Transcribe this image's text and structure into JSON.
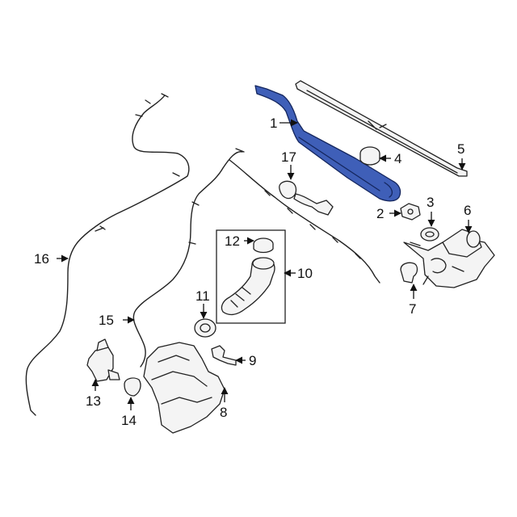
{
  "colors": {
    "highlight": "#3f5fb8",
    "highlight_dark": "#14265e",
    "line": "#222222"
  },
  "callouts": [
    {
      "id": "1",
      "label": "1"
    },
    {
      "id": "2",
      "label": "2"
    },
    {
      "id": "3",
      "label": "3"
    },
    {
      "id": "4",
      "label": "4"
    },
    {
      "id": "5",
      "label": "5"
    },
    {
      "id": "6",
      "label": "6"
    },
    {
      "id": "7",
      "label": "7"
    },
    {
      "id": "8",
      "label": "8"
    },
    {
      "id": "9",
      "label": "9"
    },
    {
      "id": "10",
      "label": "10"
    },
    {
      "id": "11",
      "label": "11"
    },
    {
      "id": "12",
      "label": "12"
    },
    {
      "id": "13",
      "label": "13"
    },
    {
      "id": "14",
      "label": "14"
    },
    {
      "id": "15",
      "label": "15"
    },
    {
      "id": "16",
      "label": "16"
    },
    {
      "id": "17",
      "label": "17"
    }
  ],
  "highlighted_part": "1"
}
